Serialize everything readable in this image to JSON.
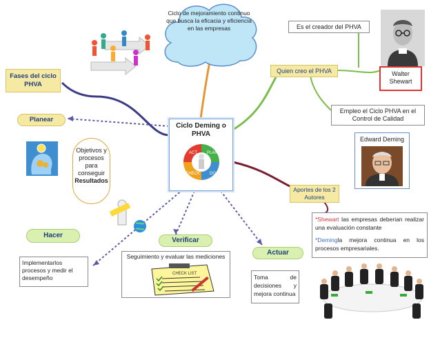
{
  "nodes": {
    "center_title": "Ciclo Deming o PHVA",
    "cloud": "Ciclo de mejoramiento continuo que busca la eficacia y eficiencia en las empresas",
    "fases": "Fases del ciclo PHVA",
    "planear": "Planear",
    "objetivos_line1": "Objetivos y procesos para conseguir",
    "objetivos_line2": "Resultados",
    "hacer": "Hacer",
    "implementar": "Implementarlos procesos  y medir el desempeño",
    "verificar": "Verificar",
    "seguimiento": "Seguimiento y evaluar las mediciones",
    "actuar": "Actuar",
    "toma": "Toma de decisiones y mejora continua",
    "quien": "Quien creo el  PHVA",
    "creador": "Es el creador del PHVA",
    "walter": "Walter Shewart",
    "empleo": "Empleo  el Ciclo PHVA en el Control de Calidad",
    "deming": "Edward Deming",
    "aportes": "Aportes de los 2 Autores",
    "shewart_name": "*Shewart",
    "shewart_text": "las empresas deberian realizar una evaluación constante",
    "deming_name": "*Deming",
    "deming_text": "la mejora continua en los procesos empresariales."
  },
  "wheel_labels": [
    "ACT",
    "PLAN",
    "CHECK",
    "DO"
  ],
  "clipboard_title": "CHECK LIST",
  "colors": {
    "branch_purple": "#3b3b86",
    "branch_orange": "#e59534",
    "branch_green": "#7bbd4a",
    "branch_maroon": "#7a1f33",
    "dotted": "#5a5aa8",
    "shewart_red": "#d23a3a",
    "deming_blue": "#3a6fd2"
  }
}
